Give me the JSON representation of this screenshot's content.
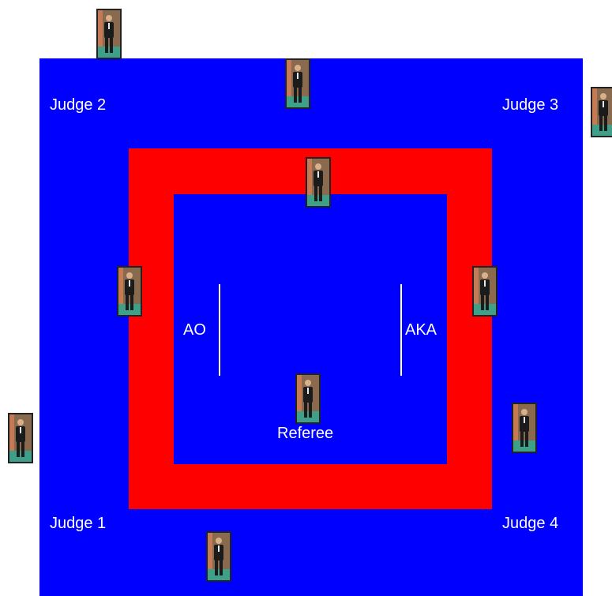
{
  "colors": {
    "mat_blue": "#0000ff",
    "band_red": "#ff0000",
    "line_white": "#ffffff",
    "photo_bg": "#8a6a4e",
    "suit": "#1b1b1b",
    "floor": "#3fa08a",
    "skin": "#d9b08c"
  },
  "labels": {
    "judge_1": "Judge 1",
    "judge_2": "Judge 2",
    "judge_3": "Judge 3",
    "judge_4": "Judge 4",
    "ao": "AO",
    "aka": "AKA",
    "referee": "Referee"
  },
  "icons": {
    "official": "official-photo-icon"
  }
}
